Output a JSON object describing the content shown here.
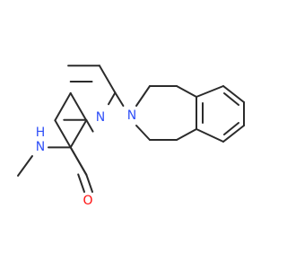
{
  "molecule": {
    "labels": {
      "pyridine_nitrogen": "N",
      "azepine_nitrogen": "N",
      "amide_nitrogen": "N",
      "amide_hydrogen": "H",
      "carbonyl_oxygen": "O"
    },
    "colors": {
      "bond": "#2b2b2b",
      "nitrogen": "#3050f8",
      "oxygen": "#ff0d0d"
    }
  }
}
